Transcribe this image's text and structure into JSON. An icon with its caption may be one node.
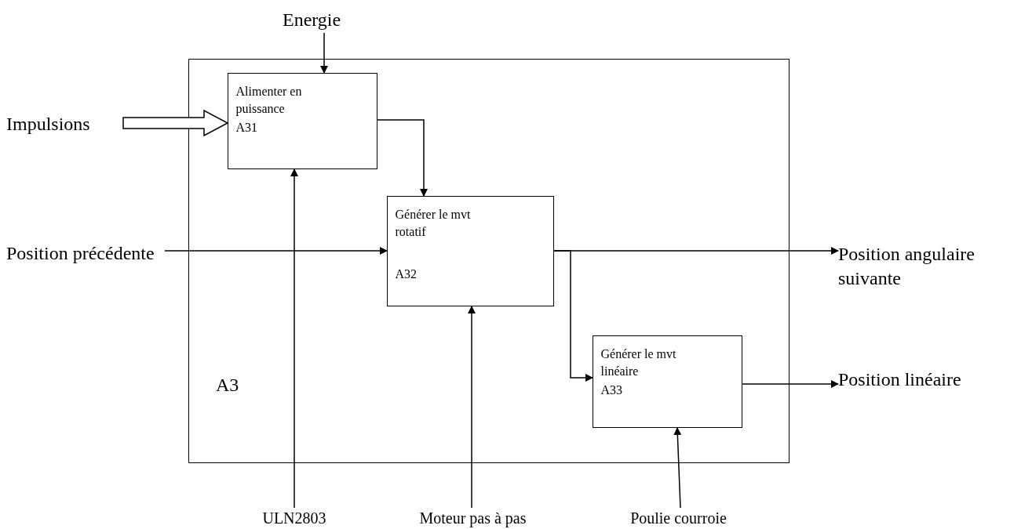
{
  "diagram": {
    "nodes": [
      {
        "text": [
          "A3"
        ]
      },
      {
        "text": [
          "Alimenter en puissance",
          "A31"
        ],
        "in": 0
      },
      {
        "text": [
          "Générer le mvt rotatif",
          "A32"
        ],
        "in": 0
      },
      {
        "text": [
          "Générer le mvt linéaire",
          "A33"
        ],
        "in": 0
      },
      {
        "text": [
          "Energie"
        ]
      },
      {
        "text": [
          "Impulsions"
        ]
      },
      {
        "text": [
          "Position précédente"
        ]
      },
      {
        "text": [
          "Position angulaire suivante"
        ]
      },
      {
        "text": [
          "Position linéaire"
        ]
      },
      {
        "text": [
          "ULN2803"
        ]
      },
      {
        "text": [
          "Moteur pas à pas"
        ]
      },
      {
        "text": [
          "Poulie courroie"
        ]
      }
    ],
    "edges": [
      {
        "from": 4,
        "to": 1,
        "arrow": "to"
      },
      {
        "from": 5,
        "to": 1,
        "arrow": "to",
        "style": "thick"
      },
      {
        "from": 6,
        "to": 2,
        "arrow": "to"
      },
      {
        "from": 1,
        "to": 2,
        "arrow": "to"
      },
      {
        "from": 2,
        "to": 7,
        "arrow": "to"
      },
      {
        "from": 2,
        "to": 3,
        "arrow": "to"
      },
      {
        "from": 3,
        "to": 8,
        "arrow": "to"
      },
      {
        "from": 9,
        "to": 1,
        "arrow": "to"
      },
      {
        "from": 10,
        "to": 2,
        "arrow": "to"
      },
      {
        "from": 11,
        "to": 3,
        "arrow": "to"
      }
    ]
  }
}
